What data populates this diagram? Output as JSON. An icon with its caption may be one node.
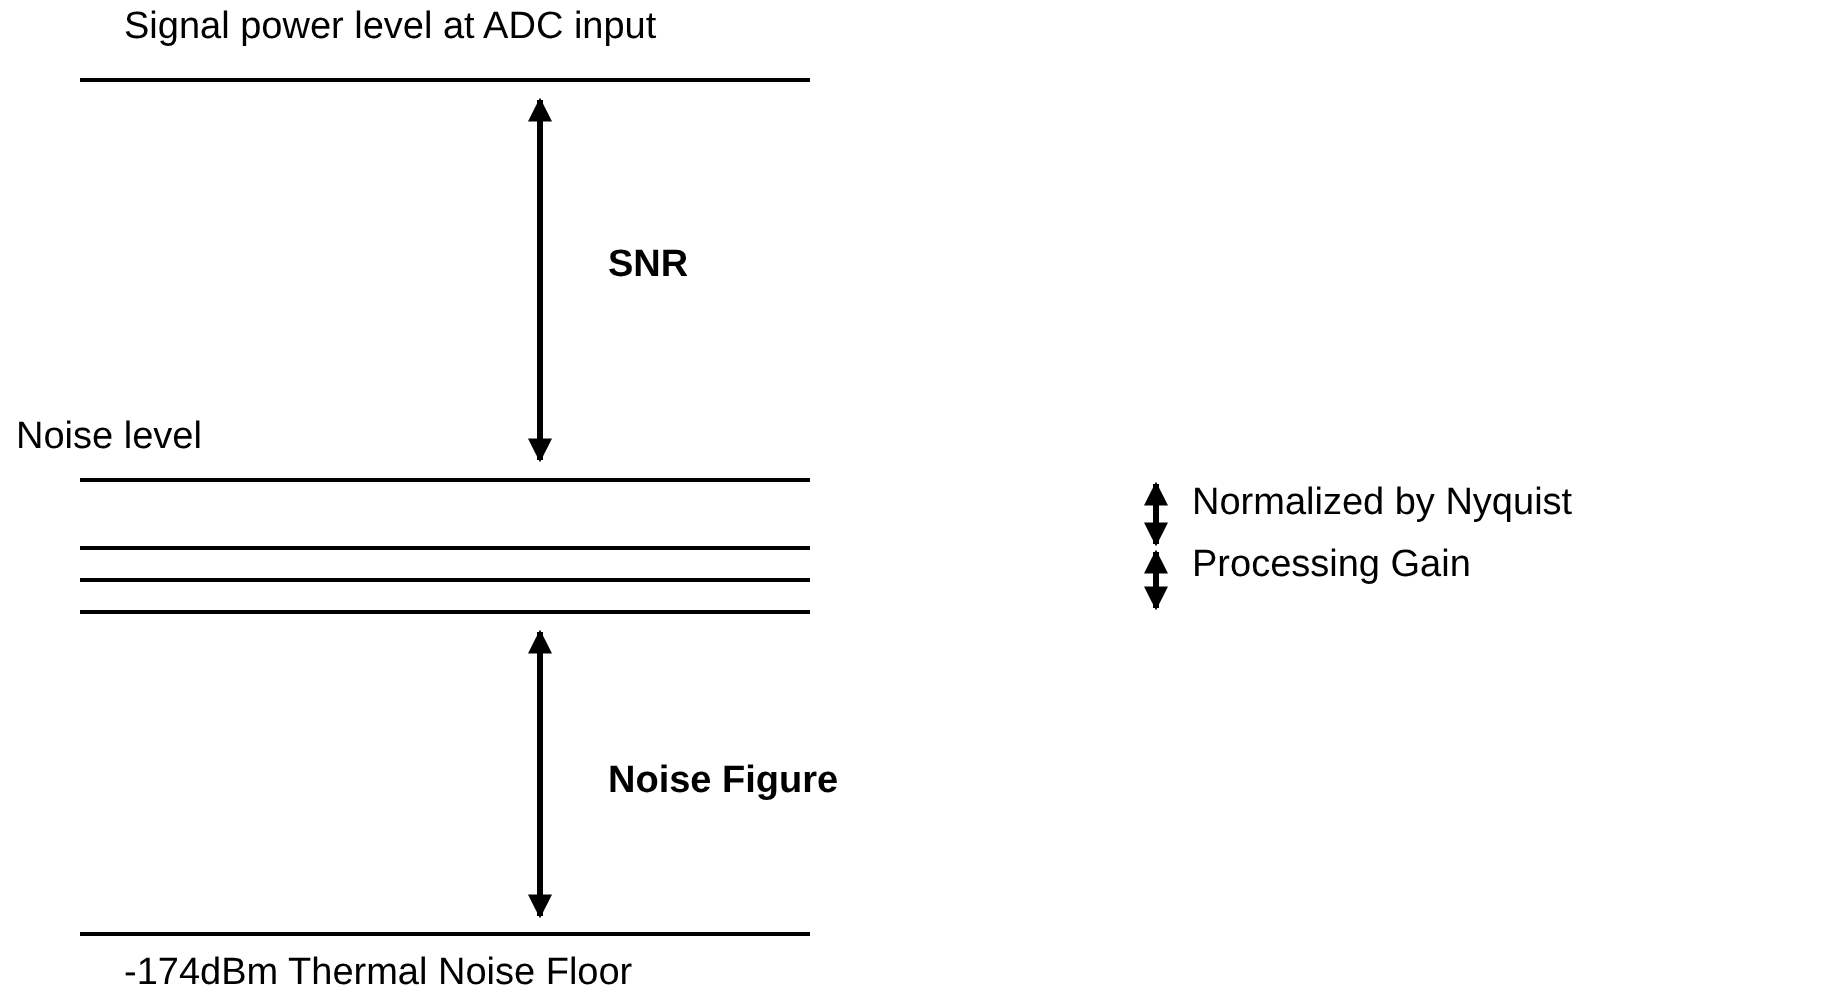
{
  "diagram": {
    "labels": [
      "Signal power level at ADC input",
      "SNR",
      "Noise level",
      "Normalized by Nyquist",
      "Processing Gain",
      "Noise Figure",
      "-174dBm Thermal Noise Floor"
    ]
  }
}
